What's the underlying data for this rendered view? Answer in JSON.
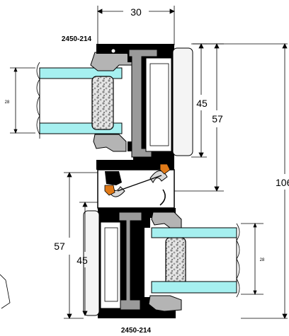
{
  "labels": {
    "part_top": "2450-214",
    "part_bottom": "2450-214"
  },
  "dimensions": {
    "top_width": "30",
    "top_45": "45",
    "top_57": "57",
    "overall": "106",
    "bottom_57": "57",
    "bottom_45": "45",
    "glass_top": "28",
    "glass_bottom": "28"
  },
  "colors": {
    "profile_black": "#000000",
    "insert_gray": "#9a9a9a",
    "glass_cyan": "#a6f0f0",
    "gasket_orange": "#e07a18",
    "foam_gray": "#d0d0d0"
  }
}
